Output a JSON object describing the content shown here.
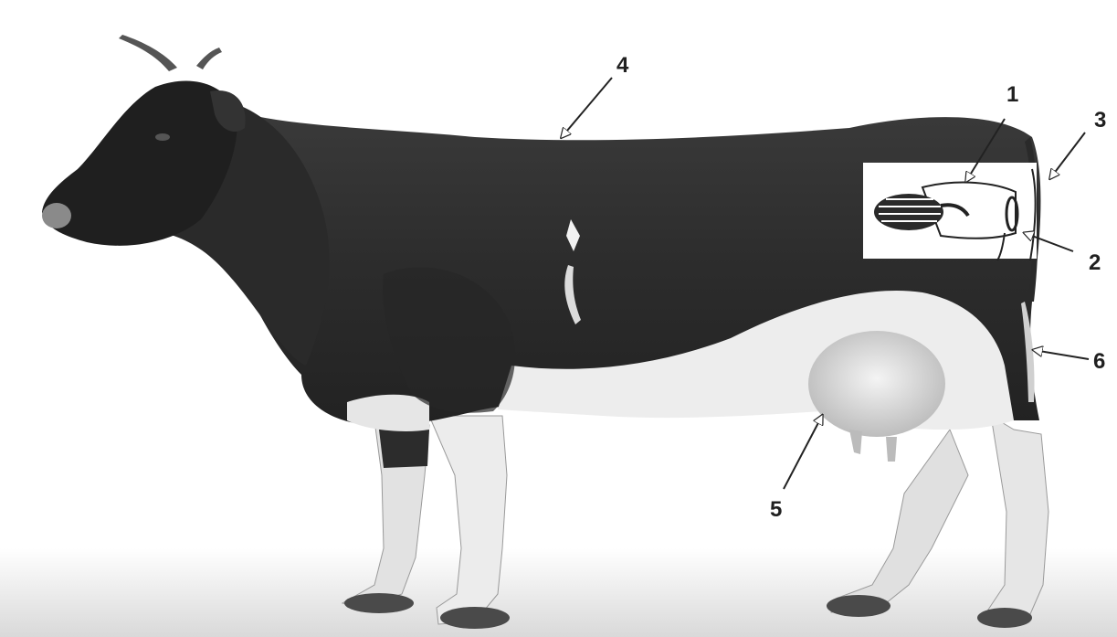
{
  "figure": {
    "subject": "cow-photo",
    "inset_subject": "parasite-in-rectum-inset"
  },
  "labels": [
    {
      "id": "1",
      "text": "1"
    },
    {
      "id": "2",
      "text": "2"
    },
    {
      "id": "3",
      "text": "3"
    },
    {
      "id": "4",
      "text": "4"
    },
    {
      "id": "5",
      "text": "5"
    },
    {
      "id": "6",
      "text": "6"
    }
  ],
  "colors": {
    "hide_dark": "#262626",
    "hide_white": "#efefef",
    "background": "#ffffff",
    "label": "#202020"
  }
}
